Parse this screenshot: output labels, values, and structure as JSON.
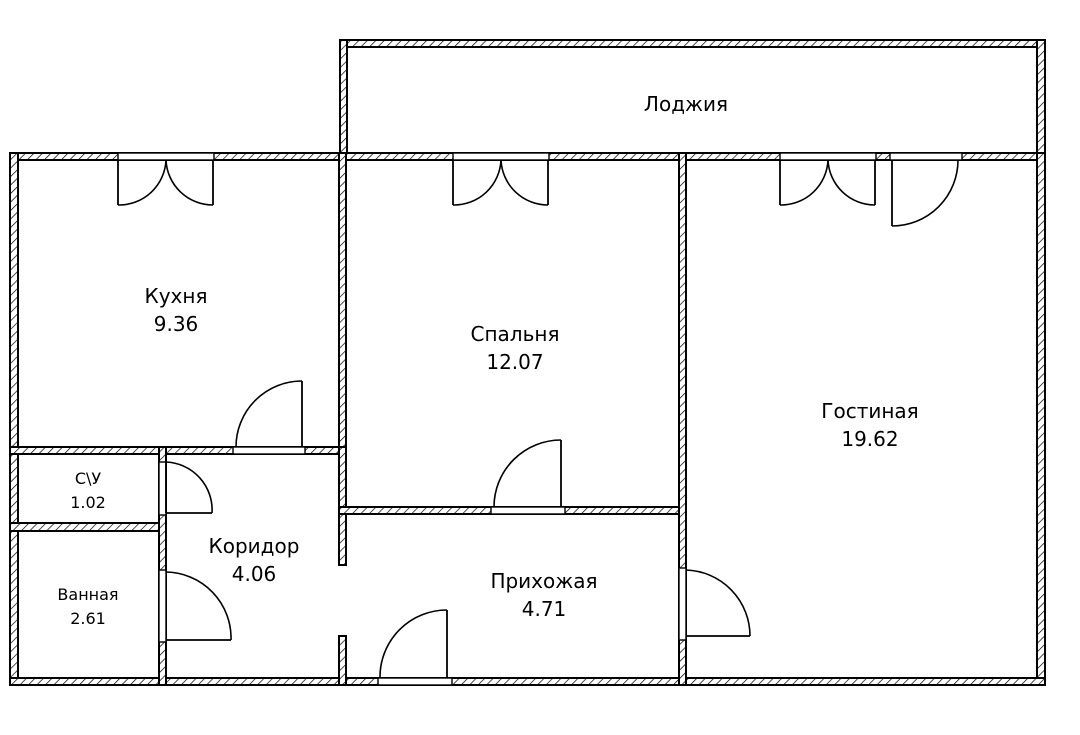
{
  "rooms": {
    "loggia": {
      "name": "Лоджия",
      "area": ""
    },
    "kitchen": {
      "name": "Кухня",
      "area": "9.36"
    },
    "bedroom": {
      "name": "Спальня",
      "area": "12.07"
    },
    "living": {
      "name": "Гостиная",
      "area": "19.62"
    },
    "wc": {
      "name": "С\\У",
      "area": "1.02"
    },
    "bathroom": {
      "name": "Ванная",
      "area": "2.61"
    },
    "corridor": {
      "name": "Коридор",
      "area": "4.06"
    },
    "hallway": {
      "name": "Прихожая",
      "area": "4.71"
    }
  }
}
